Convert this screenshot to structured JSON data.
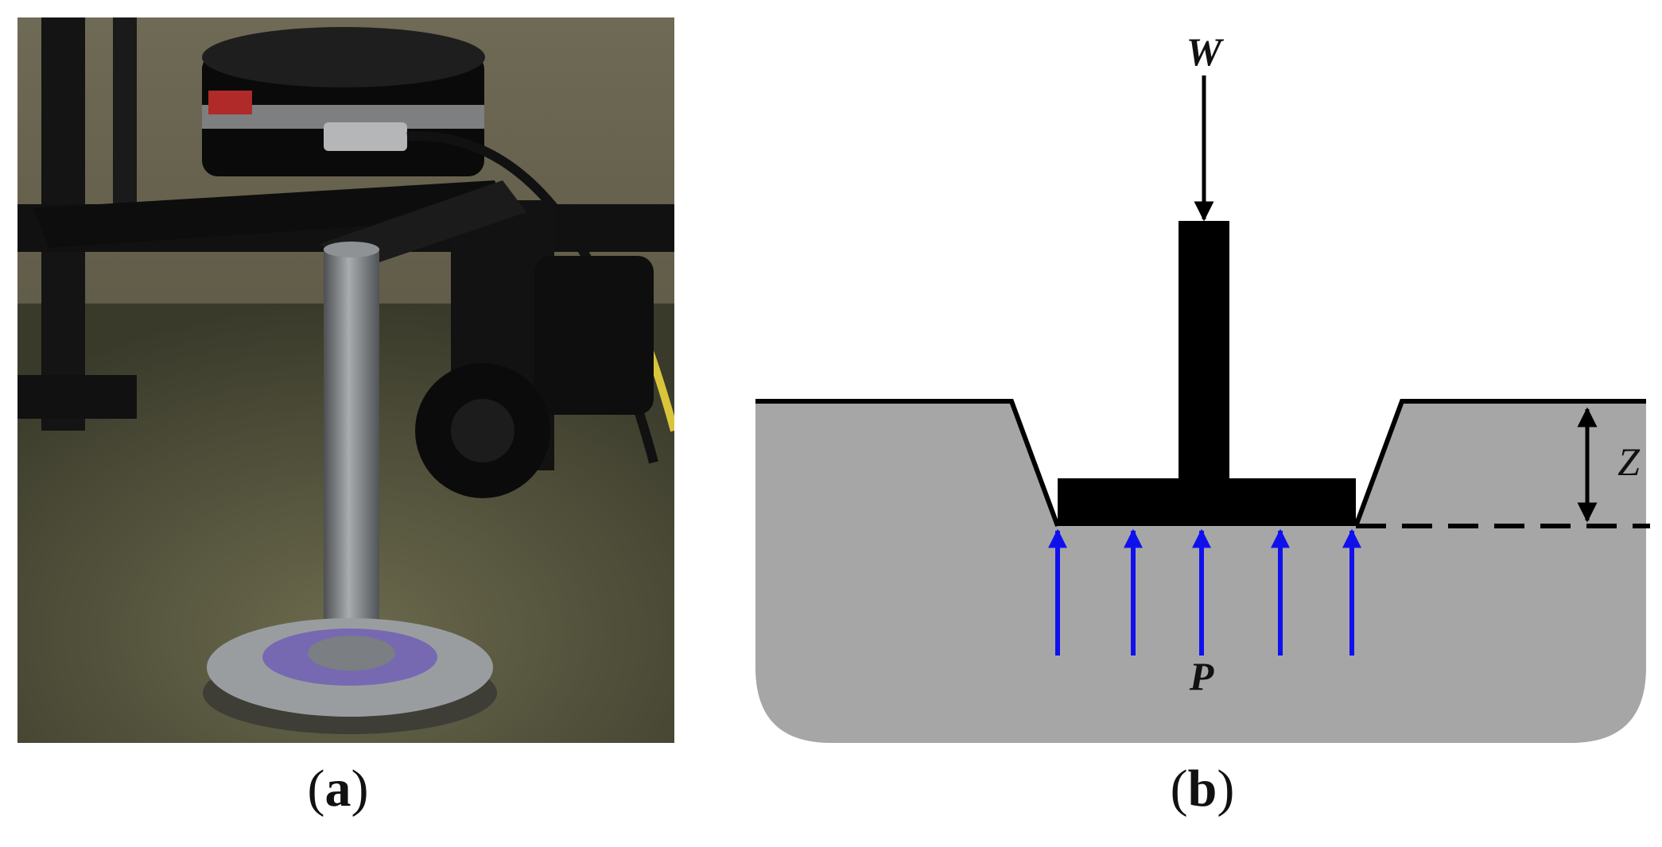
{
  "panels": [
    {
      "caption_open": "(",
      "caption_letter": "a",
      "caption_close": ")"
    },
    {
      "caption_open": "(",
      "caption_letter": "b",
      "caption_close": ")"
    }
  ],
  "diagram": {
    "labels": {
      "load": "W",
      "depth": "Z",
      "pressure": "P"
    },
    "colors": {
      "soil": "#a6a6a6",
      "foot": "#000000",
      "pressure_arrows": "#1010ee",
      "outline": "#000000"
    }
  }
}
